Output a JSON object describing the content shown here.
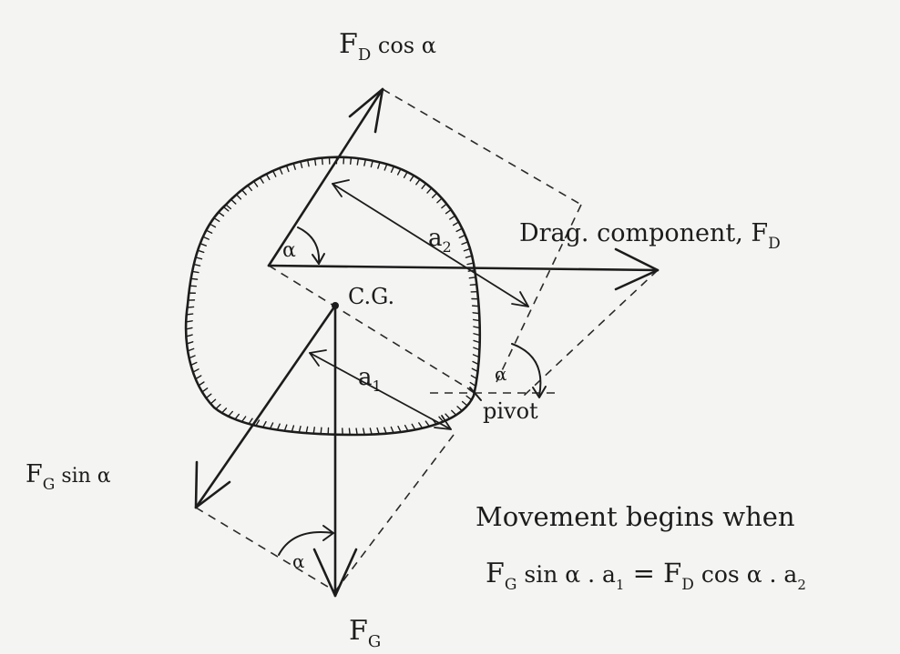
{
  "labels": {
    "fd_cos": {
      "main": "F",
      "sub": "D",
      "rest": " cos α"
    },
    "drag": {
      "main": "Drag. component, F",
      "sub": "D"
    },
    "alpha_top": "α",
    "a2": {
      "main": "a",
      "sub": "2"
    },
    "cg": "C.G.",
    "a1": {
      "main": "a",
      "sub": "1"
    },
    "alpha_pivot": "α",
    "pivot": "pivot",
    "fg_sin": {
      "main": "F",
      "sub": "G",
      "rest": " sin α"
    },
    "alpha_bottom": "α",
    "fg": {
      "main": "F",
      "sub": "G"
    }
  },
  "caption": {
    "line1": "Movement begins when",
    "line2": {
      "p1": "F",
      "s1": "G",
      "p2": " sin α . a",
      "s2": "1",
      "p3": " = F",
      "s3": "D",
      "p4": " cos α . a",
      "s4": "2"
    }
  }
}
